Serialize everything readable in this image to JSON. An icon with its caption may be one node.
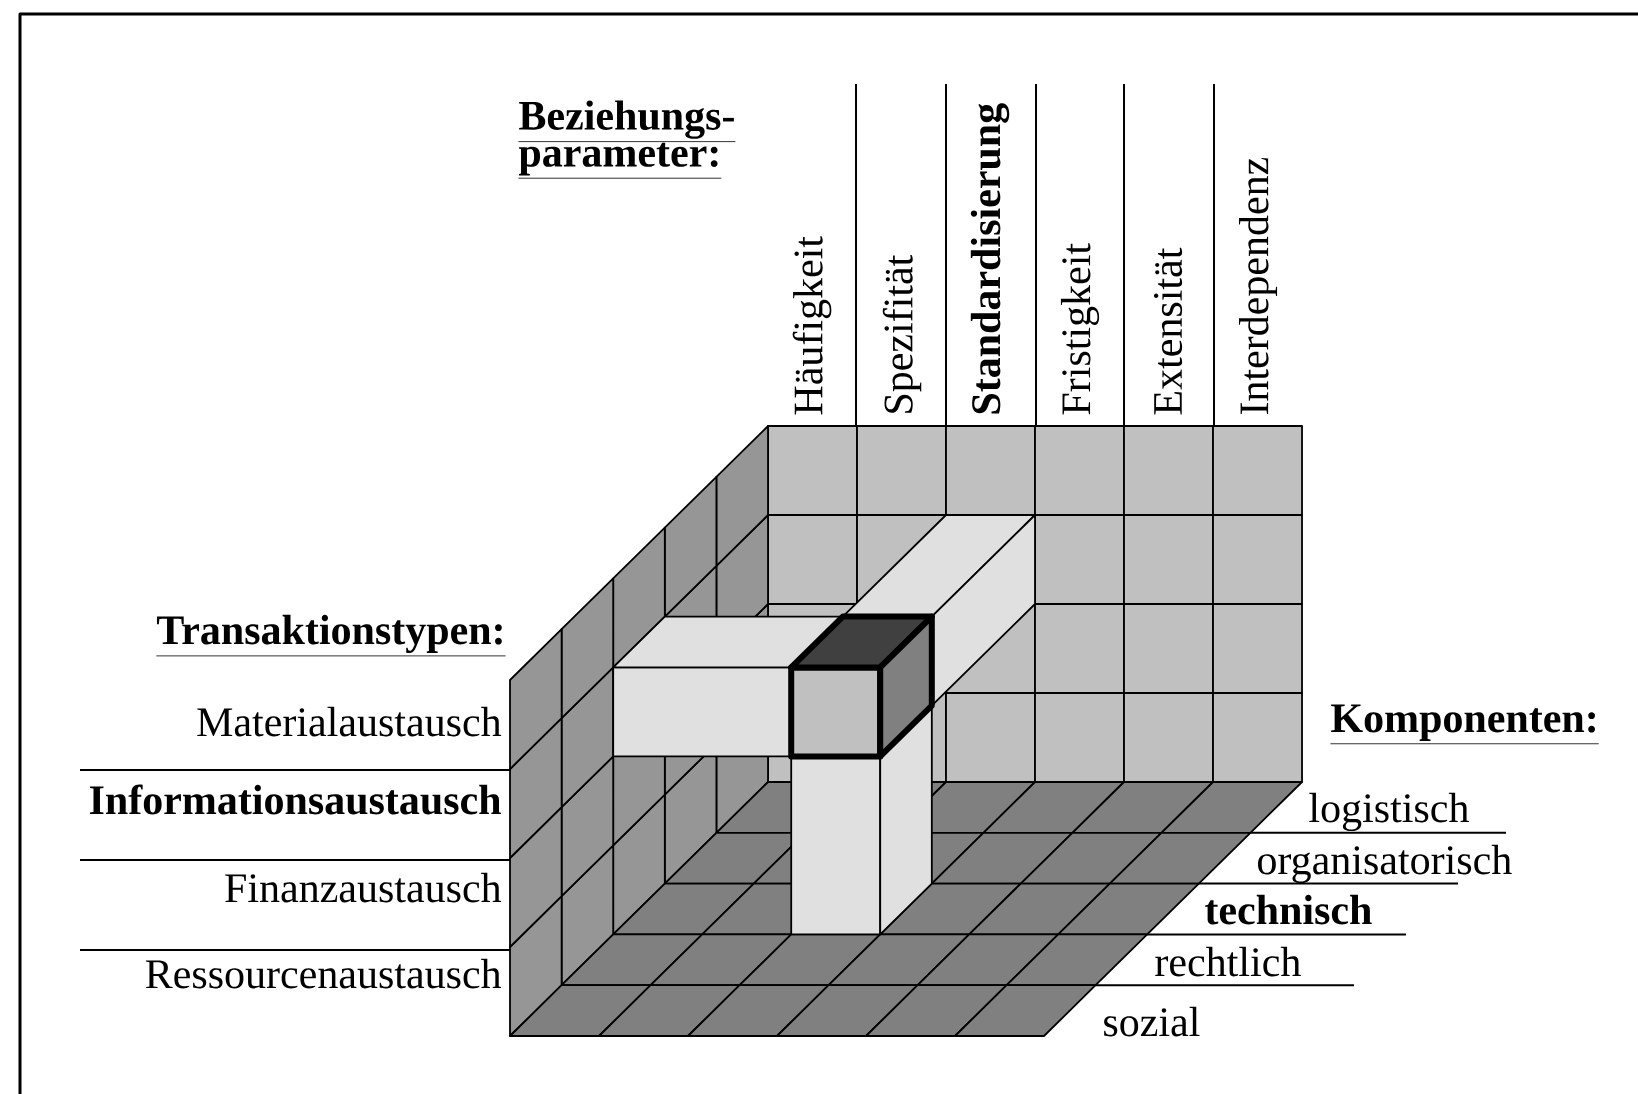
{
  "diagram": {
    "labels": [
      "Beziehungs- parameter:",
      "Häufigkeit",
      "Spezifität",
      "Standardisierung",
      "Fristigkeit",
      "Extensität",
      "Interdependenz",
      "Transaktionstypen:",
      "Materialaustausch",
      "Informationsaustausch",
      "Finanzaustausch",
      "Ressourcenaustausch",
      "Komponenten:",
      "logistisch",
      "organisatorisch",
      "technisch",
      "rechtlich",
      "sozial"
    ]
  }
}
